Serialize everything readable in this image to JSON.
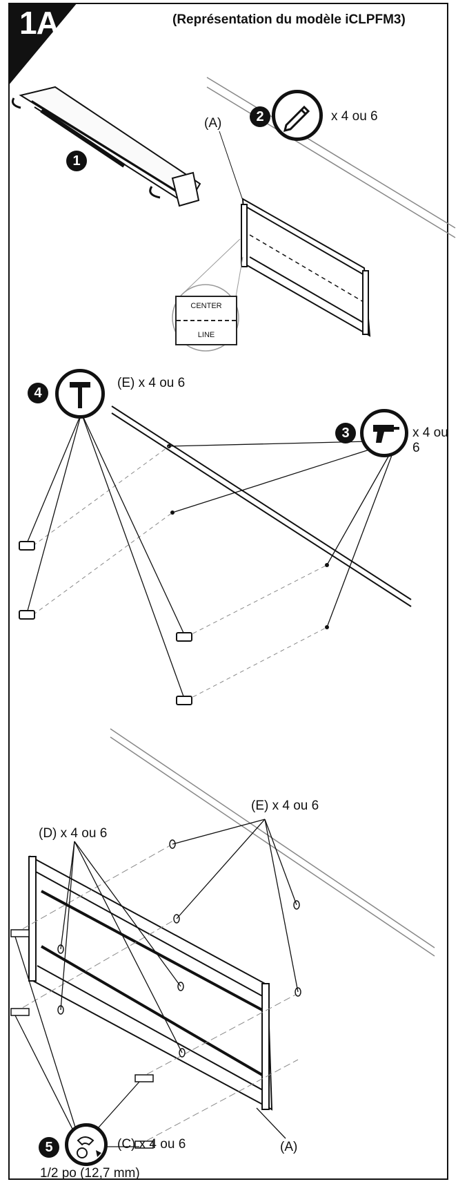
{
  "badge": "1A",
  "header": "(Représentation du modèle iCLPFM3)",
  "steps": {
    "s1": "1",
    "s2": "2",
    "s3": "3",
    "s4": "4",
    "s5": "5"
  },
  "labels": {
    "a_top": "(A)",
    "pencil_qty": "x 4 ou 6",
    "center": "CENTER",
    "line": "LINE",
    "hammer_qty": "(E) x 4 ou 6",
    "drill_qty": "x 4 ou 6",
    "e_bottom": "(E) x 4 ou 6",
    "d_bottom": "(D) x 4 ou 6",
    "c_bottom": "(C) x 4 ou 6",
    "a_bottom": "(A)",
    "socket_size": "1/2 po (12,7 mm)"
  },
  "icons": [
    "pencil-icon",
    "hammer-icon",
    "drill-icon",
    "socket-wrench-icon"
  ]
}
